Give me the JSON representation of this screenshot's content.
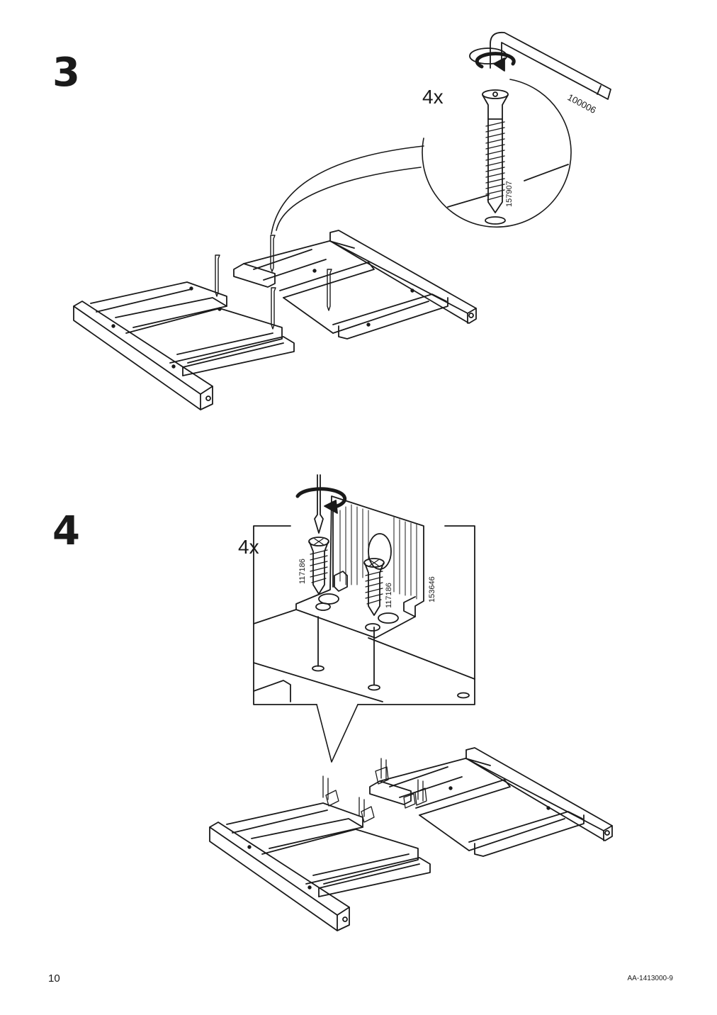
{
  "step3": {
    "number": "3",
    "quantity": "4x",
    "tool_part": "100006",
    "screw_part": "157907"
  },
  "step4": {
    "number": "4",
    "quantity": "4x",
    "screw_part_left": "117186",
    "screw_part_right": "117186",
    "bracket_part": "153646"
  },
  "footer": {
    "page_number": "10",
    "doc_code": "AA-1413000-9"
  }
}
